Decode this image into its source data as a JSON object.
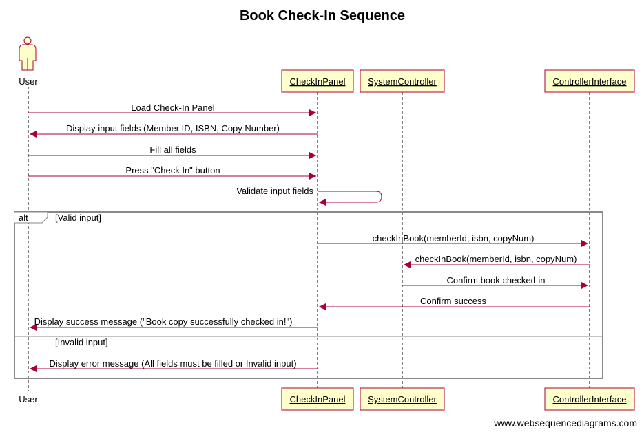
{
  "title": "Book Check-In Sequence",
  "participants": [
    {
      "id": "user",
      "label": "User",
      "type": "actor"
    },
    {
      "id": "panel",
      "label": "CheckInPanel",
      "type": "box"
    },
    {
      "id": "sys",
      "label": "SystemController",
      "type": "box"
    },
    {
      "id": "ctrl",
      "label": "ControllerInterface",
      "type": "box"
    }
  ],
  "messages": [
    {
      "from": "user",
      "to": "panel",
      "label": "Load Check-In Panel"
    },
    {
      "from": "panel",
      "to": "user",
      "label": "Display input fields (Member ID, ISBN, Copy Number)"
    },
    {
      "from": "user",
      "to": "panel",
      "label": "Fill all fields"
    },
    {
      "from": "user",
      "to": "panel",
      "label": "Press \"Check In\" button"
    },
    {
      "from": "panel",
      "to": "panel",
      "label": "Validate input fields"
    },
    {
      "from": "panel",
      "to": "ctrl",
      "label": "checkInBook(memberId, isbn, copyNum)"
    },
    {
      "from": "ctrl",
      "to": "sys",
      "label": "checkInBook(memberId, isbn, copyNum)"
    },
    {
      "from": "sys",
      "to": "ctrl",
      "label": "Confirm book checked in"
    },
    {
      "from": "ctrl",
      "to": "panel",
      "label": "Confirm success"
    },
    {
      "from": "panel",
      "to": "user",
      "label": "Display success message (\"Book copy successfully checked in!\")"
    },
    {
      "from": "panel",
      "to": "user",
      "label": "Display error message (All fields must be filled or Invalid input)"
    }
  ],
  "fragment": {
    "operator": "alt",
    "guard1": "[Valid input]",
    "guard2": "[Invalid input]"
  },
  "colors": {
    "participant_fill": "#ffffcc",
    "participant_border": "#a80036",
    "arrow": "#a80036",
    "frame": "#888888"
  },
  "watermark": "www.websequencediagrams.com"
}
